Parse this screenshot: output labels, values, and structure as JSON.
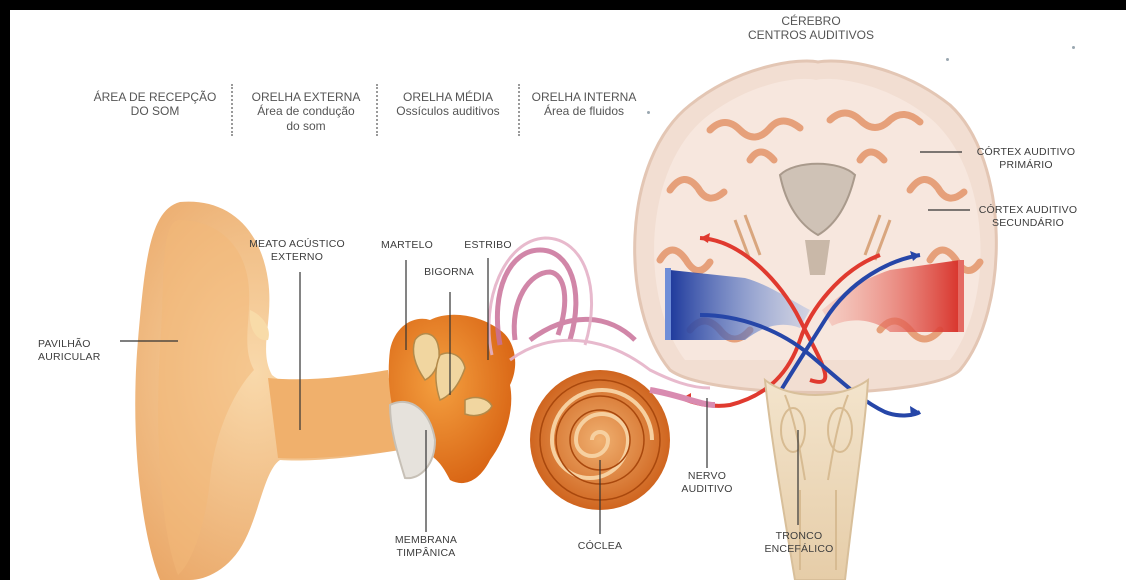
{
  "header_columns": [
    {
      "l1": "ÁREA DE RECEPÇÃO",
      "l2": "DO SOM"
    },
    {
      "l1": "ORELHA EXTERNA",
      "l2": "Área de condução",
      "l3": "do som"
    },
    {
      "l1": "ORELHA MÉDIA",
      "l2": "Ossículos auditivos"
    },
    {
      "l1": "ORELHA INTERNA",
      "l2": "Área de fluidos"
    }
  ],
  "brain_title": {
    "l1": "CÉREBRO",
    "l2": "CENTROS AUDITIVOS"
  },
  "labels": {
    "cortex_primary": {
      "l1": "CÓRTEX AUDITIVO",
      "l2": "PRIMÁRIO"
    },
    "cortex_secondary": {
      "l1": "CÓRTEX AUDITIVO",
      "l2": "SECUNDÁRIO"
    },
    "pavilhao": {
      "l1": "PAVILHÃO",
      "l2": "AURICULAR"
    },
    "meato": {
      "l1": "MEATO ACÚSTICO",
      "l2": "EXTERNO"
    },
    "martelo": "MARTELO",
    "estribo": "ESTRIBO",
    "bigorna": "BIGORNA",
    "nervo": {
      "l1": "NERVO",
      "l2": "AUDITIVO"
    },
    "membrana": {
      "l1": "MEMBRANA",
      "l2": "TIMPÂNICA"
    },
    "coclea": "CÓCLEA",
    "tronco": {
      "l1": "TRONCO",
      "l2": "ENCEFÁLICO"
    }
  },
  "colors": {
    "ear_skin": "#f5c88c",
    "middle_ear": "#e8761c",
    "cochlea": "#d9661a",
    "brain_tissue": "#f7e6dc",
    "brain_gyri": "#e8a47a",
    "pathway_red": "#e03a2f",
    "pathway_blue": "#2646a8",
    "canal_pink": "#c9719a"
  }
}
